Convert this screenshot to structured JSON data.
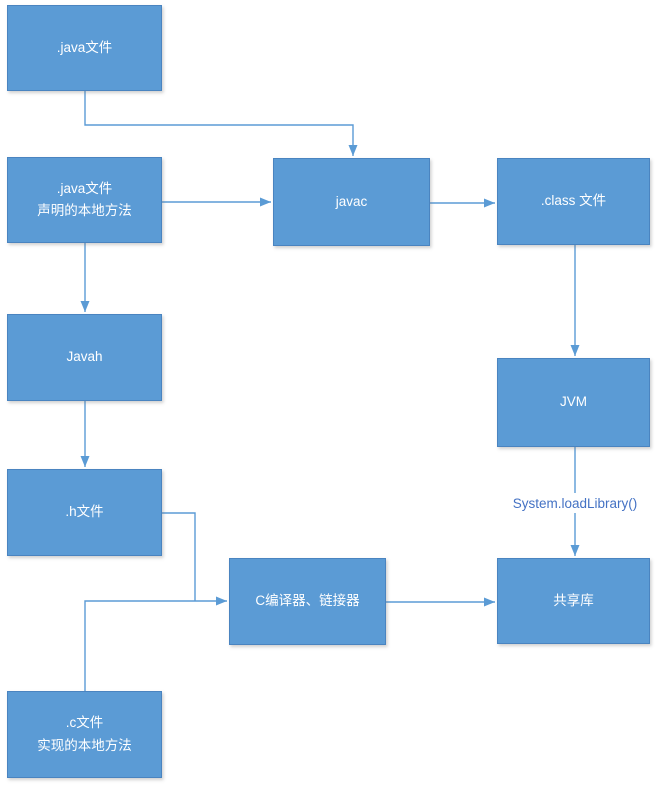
{
  "diagram": {
    "type": "flowchart",
    "topic": "JNI / Java native method build and load flow",
    "colors": {
      "node_fill": "#5B9BD5",
      "node_border": "#4A84C0",
      "connector": "#5B9BD5",
      "edge_label": "#4472C4",
      "node_text": "#FFFFFF",
      "canvas_bg": "#FFFFFF"
    },
    "nodes": {
      "java_file": ".java文件",
      "java_native": ".java文件\n声明的本地方法",
      "javac": "javac",
      "class_file": ".class 文件",
      "javah": "Javah",
      "h_file": ".h文件",
      "jvm": "JVM",
      "c_compiler": "C编译器、链接器",
      "shared_lib": "共享库",
      "c_file": ".c文件\n实现的本地方法"
    },
    "edge_labels": {
      "load_library": "System.loadLibrary()"
    },
    "edges": [
      {
        "from": "java_file",
        "to": "javac"
      },
      {
        "from": "java_native",
        "to": "javac"
      },
      {
        "from": "javac",
        "to": "class_file"
      },
      {
        "from": "java_native",
        "to": "javah"
      },
      {
        "from": "javah",
        "to": "h_file"
      },
      {
        "from": "class_file",
        "to": "jvm"
      },
      {
        "from": "jvm",
        "to": "shared_lib",
        "label": "System.loadLibrary()"
      },
      {
        "from": "h_file",
        "to": "c_compiler"
      },
      {
        "from": "c_file",
        "to": "c_compiler"
      },
      {
        "from": "c_compiler",
        "to": "shared_lib"
      }
    ]
  }
}
